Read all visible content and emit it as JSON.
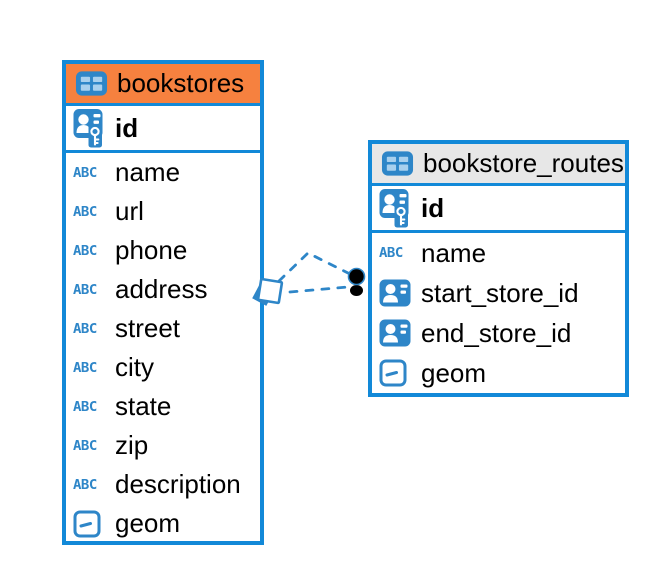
{
  "diagram_type": "entity-relationship",
  "colors": {
    "table_border": "#1289D8",
    "icon_blue": "#2E86C8",
    "bookstores_header_bg": "#F6813F",
    "bookstore_routes_header_bg": "#E7E7E7",
    "relationship_line": "#2E86C8",
    "relationship_dot": "#000000",
    "text": "#000000",
    "canvas_bg": "#FFFFFF"
  },
  "icons": {
    "abc_label": "ABC",
    "table_icon": "table-grid",
    "pk_icon": "person-id-key",
    "fk_icon": "person-id-card",
    "geom_icon": "geometry-square-dash"
  },
  "tables": [
    {
      "name": "bookstores",
      "primary_key": {
        "name": "id",
        "icon": "person-id-key"
      },
      "columns": [
        {
          "name": "name",
          "icon": "text-type"
        },
        {
          "name": "url",
          "icon": "text-type"
        },
        {
          "name": "phone",
          "icon": "text-type"
        },
        {
          "name": "address",
          "icon": "text-type"
        },
        {
          "name": "street",
          "icon": "text-type"
        },
        {
          "name": "city",
          "icon": "text-type"
        },
        {
          "name": "state",
          "icon": "text-type"
        },
        {
          "name": "zip",
          "icon": "text-type"
        },
        {
          "name": "description",
          "icon": "text-type"
        },
        {
          "name": "geom",
          "icon": "geometry-type"
        }
      ]
    },
    {
      "name": "bookstore_routes",
      "primary_key": {
        "name": "id",
        "icon": "person-id-key"
      },
      "columns": [
        {
          "name": "name",
          "icon": "text-type"
        },
        {
          "name": "start_store_id",
          "icon": "person-id-card"
        },
        {
          "name": "end_store_id",
          "icon": "person-id-card"
        },
        {
          "name": "geom",
          "icon": "geometry-type"
        }
      ]
    }
  ],
  "relationships": [
    {
      "from_table": "bookstores",
      "to_table": "bookstore_routes",
      "line_style": "dashed"
    },
    {
      "from_table": "bookstores",
      "to_table": "bookstore_routes",
      "line_style": "dashed"
    }
  ]
}
